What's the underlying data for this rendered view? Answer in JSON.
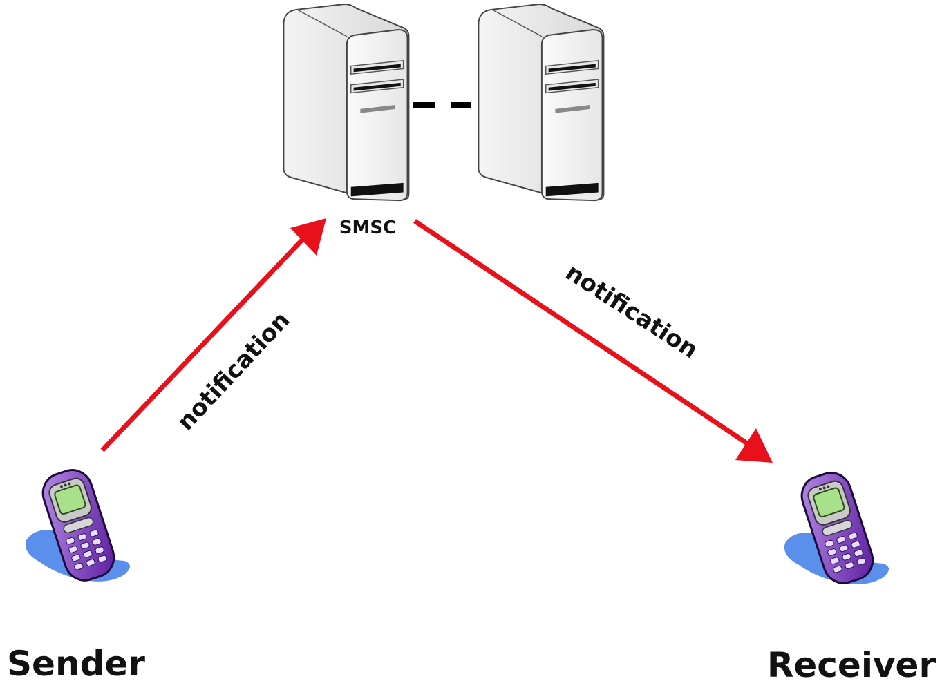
{
  "diagram": {
    "server_label": "SMSC",
    "sender_label": "Sender",
    "receiver_label": "Receiver",
    "edges": [
      {
        "from": "Sender",
        "to": "SMSC",
        "label": "notification"
      },
      {
        "from": "SMSC",
        "to": "Receiver",
        "label": "notification"
      }
    ],
    "arrow_color": "#e8101a",
    "phone_body_color": "#7b2fbf",
    "phone_screen_color": "#a9e08a",
    "shadow_color": "#3d7de8",
    "server_color": "#eeeeee"
  }
}
